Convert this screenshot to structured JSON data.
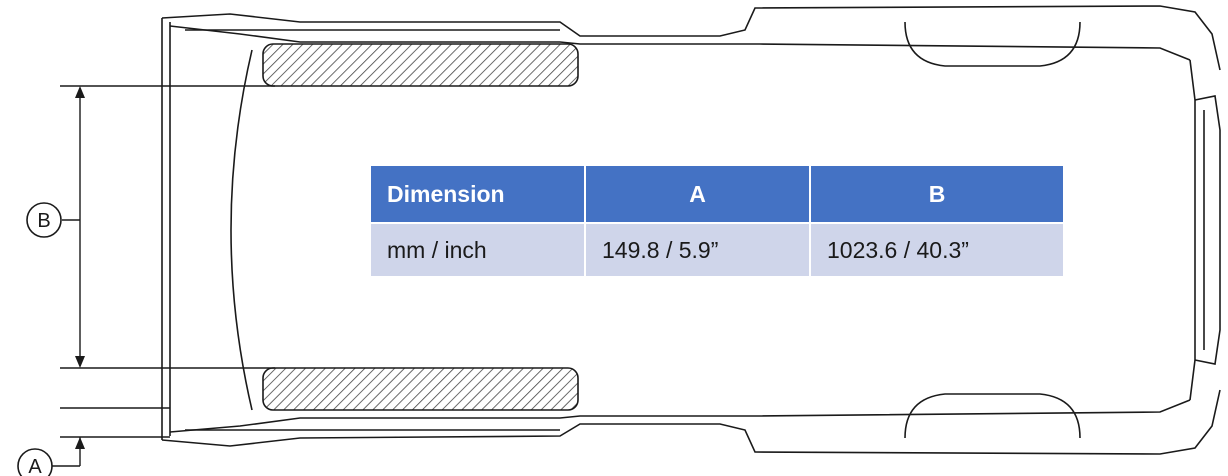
{
  "callouts": {
    "a": "A",
    "b": "B"
  },
  "table": {
    "headers": [
      "Dimension",
      "A",
      "B"
    ],
    "row": [
      "mm / inch",
      "149.8 / 5.9”",
      "1023.6 / 40.3”"
    ]
  },
  "colors": {
    "header_bg": "#4472c4",
    "row_bg": "#cfd5ea",
    "line": "#1a1a1a"
  }
}
